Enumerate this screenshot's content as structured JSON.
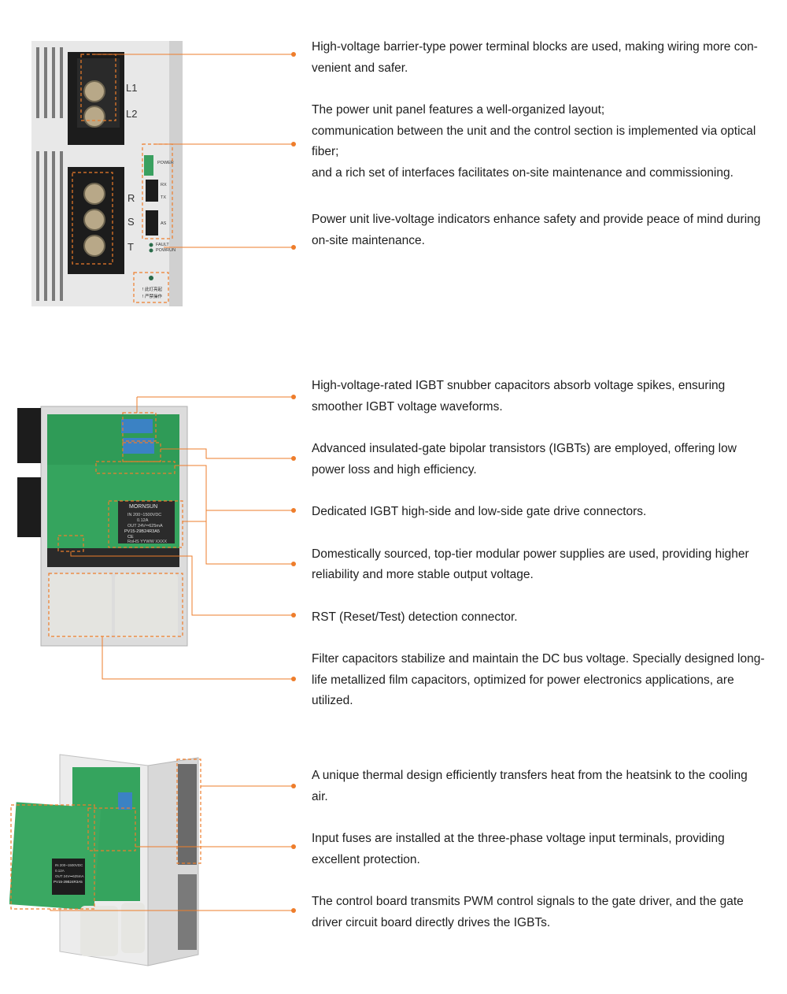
{
  "accent_color": "#ee7d2b",
  "section1": {
    "device_labels": {
      "l1": "L1",
      "l2": "L2",
      "r": "R",
      "s": "S",
      "t": "T",
      "power": "POWER",
      "rx": "RX",
      "tx": "TX",
      "as": "AS",
      "fault": "FAULT",
      "powrun": "POWRUN",
      "warning1": "! 此灯亮起",
      "warning2": "! 严禁操作"
    },
    "items": [
      "High-voltage barrier-type power terminal blocks are used, making wiring more con-venient and safer.",
      "The power unit panel features a well-organized layout;",
      "communication between the unit and the control section is implemented via optical fiber;",
      "and a rich set of interfaces facilitates on-site maintenance and commissioning.",
      "Power unit live-voltage indicators enhance safety and provide peace of mind during on-site maintenance."
    ]
  },
  "section2": {
    "module_labels": {
      "brand": "MORNSUN",
      "line1": "IN 200~1500VDC",
      "line2": "0.12A",
      "line3": "OUT 24V⎓625mA",
      "model": "PV15-29B24R3A5",
      "ce": "CE",
      "rohs": "RoHS  YYWW  XXXX"
    },
    "items": [
      "High-voltage-rated IGBT snubber capacitors absorb voltage spikes, ensuring smoother IGBT voltage waveforms.",
      "Advanced insulated-gate bipolar transistors (IGBTs) are employed, offering low power loss and high efficiency.",
      "Dedicated IGBT high-side and low-side gate drive connectors.",
      "Domestically sourced, top-tier modular power supplies are used, providing higher reliability and more stable output voltage.",
      "RST (Reset/Test) detection connector.",
      "Filter capacitors stabilize and maintain the DC bus voltage. Specially designed long-life metallized film capacitors, optimized for power electronics applications, are utilized."
    ]
  },
  "section3": {
    "module_labels": {
      "line1": "IN 200~1500VDC",
      "line2": "0.12A",
      "line3": "OUT 24V⎓625mA",
      "model": "PV15-29B24R3A5"
    },
    "items": [
      "A unique thermal design efficiently transfers heat from the heatsink to the cooling air.",
      "Input fuses are installed at the three-phase voltage input terminals, providing excellent protection.",
      "The control board transmits PWM control signals to the gate driver, and the gate driver circuit board directly drives the IGBTs."
    ]
  }
}
